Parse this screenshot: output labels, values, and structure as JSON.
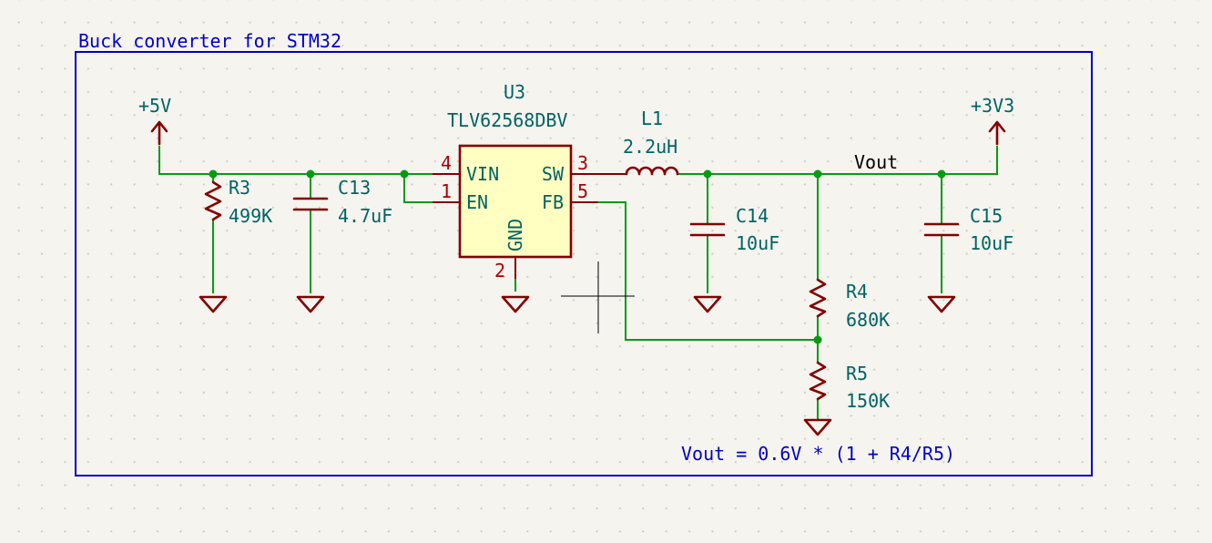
{
  "sheet": {
    "title": "Buck converter for STM32",
    "note": "Vout = 0.6V * (1 + R4/R5)"
  },
  "power": {
    "in_label": "+5V",
    "out_label": "+3V3"
  },
  "net_labels": {
    "vout": "Vout"
  },
  "regulator": {
    "ref": "U3",
    "value": "TLV62568DBV",
    "pins": {
      "vin": {
        "name": "VIN",
        "num": "4"
      },
      "en": {
        "name": "EN",
        "num": "1"
      },
      "gnd": {
        "name": "GND",
        "num": "2"
      },
      "sw": {
        "name": "SW",
        "num": "3"
      },
      "fb": {
        "name": "FB",
        "num": "5"
      }
    }
  },
  "components": {
    "r3": {
      "ref": "R3",
      "value": "499K"
    },
    "c13": {
      "ref": "C13",
      "value": "4.7uF"
    },
    "l1": {
      "ref": "L1",
      "value": "2.2uH"
    },
    "c14": {
      "ref": "C14",
      "value": "10uF"
    },
    "c15": {
      "ref": "C15",
      "value": "10uF"
    },
    "r4": {
      "ref": "R4",
      "value": "680K"
    },
    "r5": {
      "ref": "R5",
      "value": "150K"
    }
  },
  "colors": {
    "wire": "#079b12",
    "symbol": "#840000",
    "ic_fill": "#ffffc2",
    "reference_text": "#006464",
    "sheet_frame": "#0000c8",
    "background": "#f5f4ef"
  }
}
